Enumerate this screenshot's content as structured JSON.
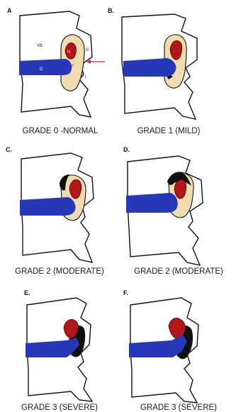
{
  "figure": {
    "panels": [
      {
        "letter": "A",
        "caption": "GRADE 0 -NORMAL",
        "grade": 0
      },
      {
        "letter": "B.",
        "caption": "GRADE 1 (MILD)",
        "grade": 1
      },
      {
        "letter": "C.",
        "caption": "GRADE 2 (MODERATE)",
        "grade": 2
      },
      {
        "letter": "D.",
        "caption": "GRADE 2 (MODERATE)",
        "grade": 2
      },
      {
        "letter": "E.",
        "caption": "GRADE 3 (SEVERE)",
        "grade": 3
      },
      {
        "letter": "F.",
        "caption": "GRADE 3 (SEVERE)",
        "grade": 3
      }
    ],
    "annotations": {
      "vb": "VB",
      "d": "D",
      "n": "N",
      "f": "F",
      "s": "S",
      "i": "I"
    },
    "colors": {
      "disc": "#2638b8",
      "foramen": "#f0dcae",
      "nerve": "#b3151a",
      "outline": "#111111",
      "arrow": "#e0202a"
    }
  }
}
